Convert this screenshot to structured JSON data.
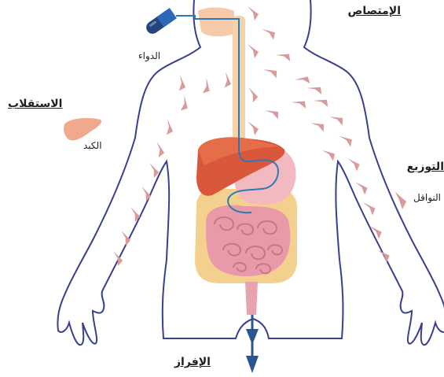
{
  "labels": {
    "absorption": "الإمتصاص",
    "drug": "الدواء",
    "metabolism": "الاستقلاب",
    "liver": "الكبد",
    "distribution": "التوزيع",
    "carriers": "النواقل",
    "excretion": "الإفراز"
  },
  "colors": {
    "body_outline": "#3a3f8f",
    "liver": "#d9583b",
    "stomach": "#f3b9c0",
    "intestine": "#e89aa8",
    "carrier_arrow": "#d89a9a",
    "drug_path": "#2b7ab8",
    "capsule": "#23447c",
    "excretion_arrow": "#2c5491"
  },
  "icons": {
    "capsule": "capsule-icon",
    "liver_small": "liver-icon",
    "carrier": "chevron-carrier-icon"
  }
}
